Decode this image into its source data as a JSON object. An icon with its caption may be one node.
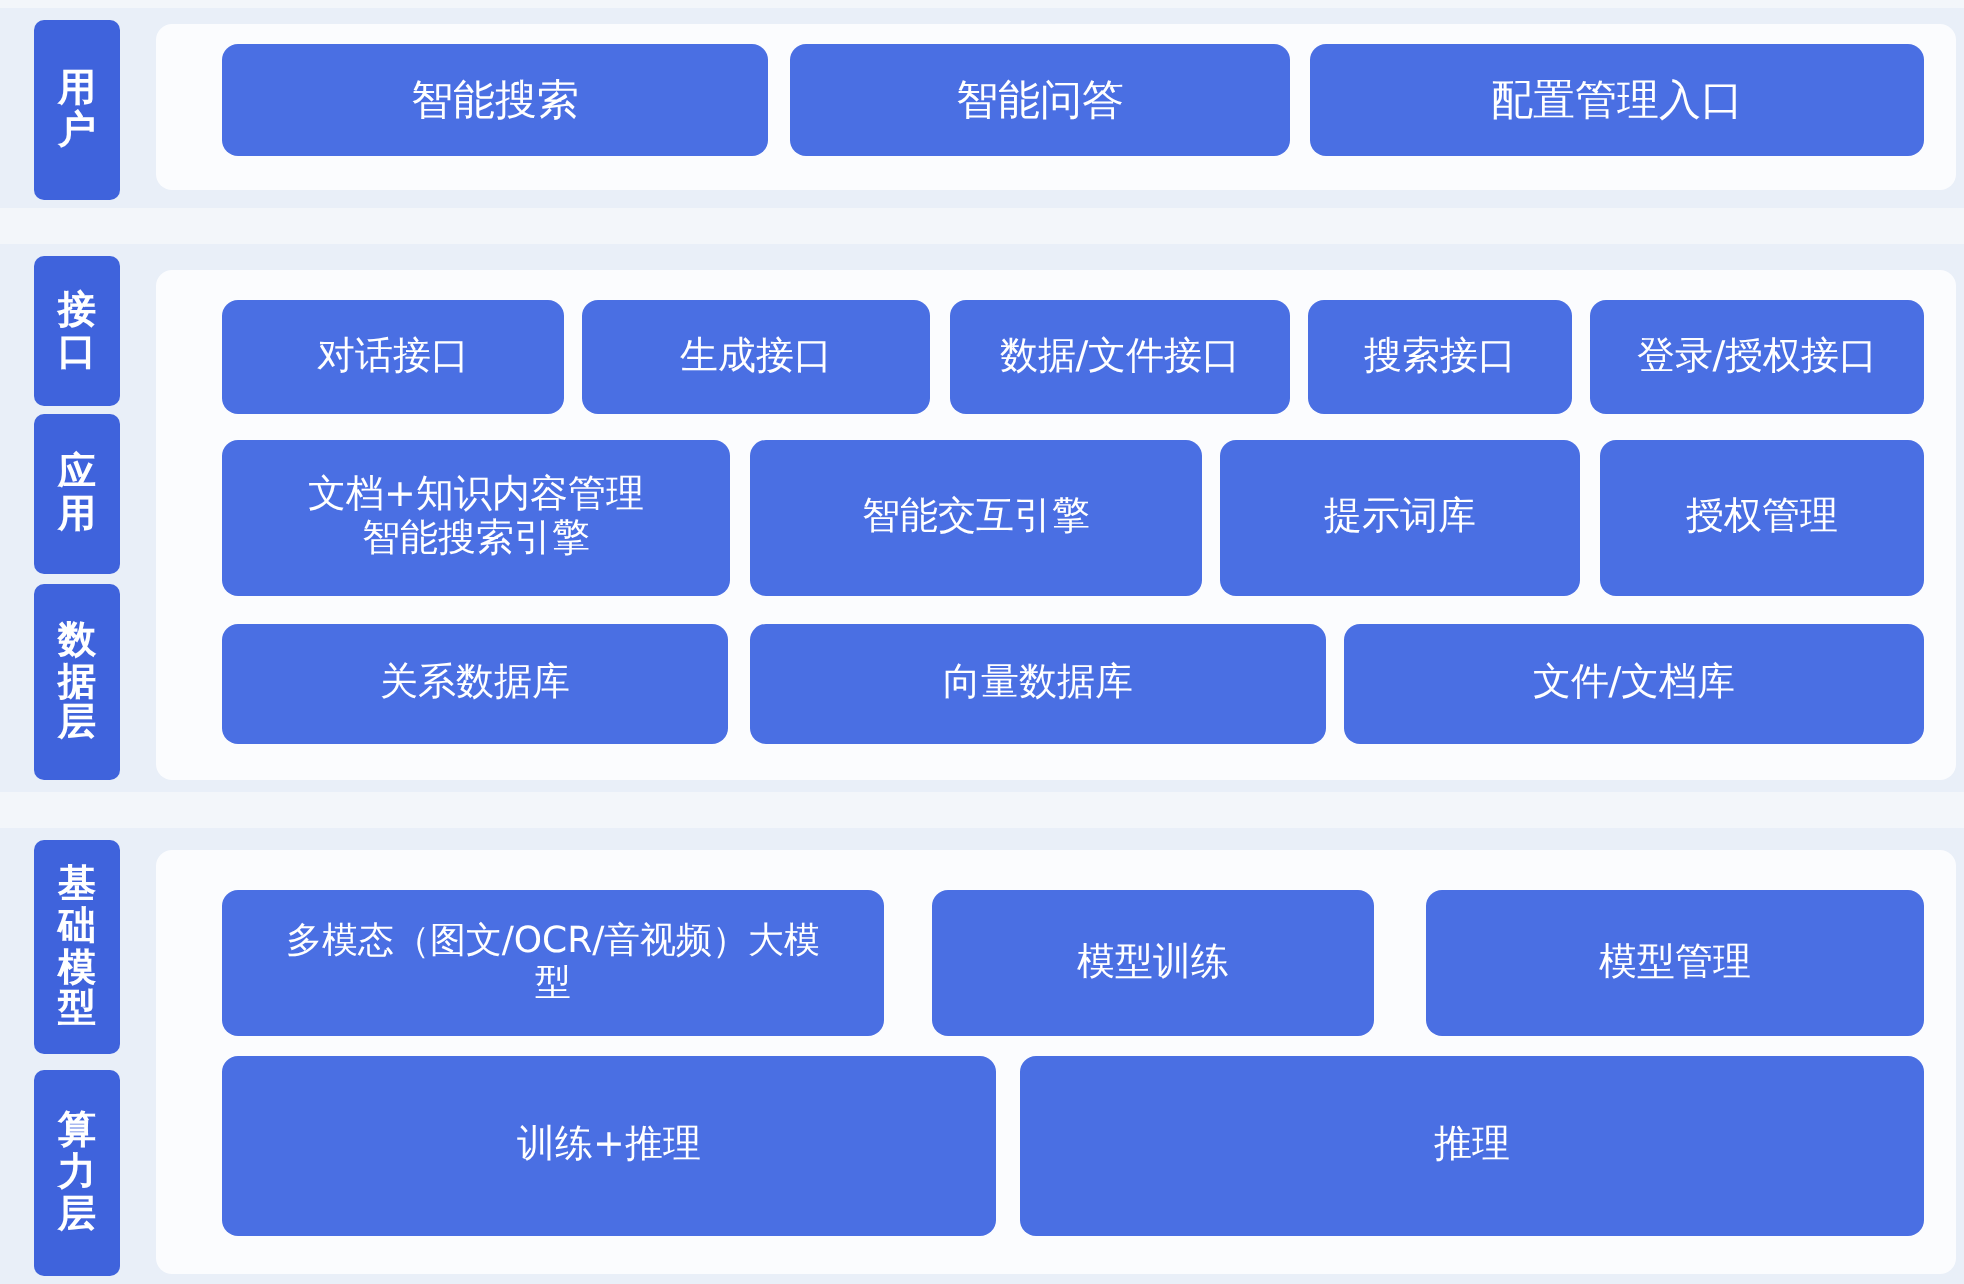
{
  "diagram": {
    "nodes": [
      {
        "text": [
          "用户"
        ]
      },
      {
        "text": [
          "智能搜索"
        ]
      },
      {
        "text": [
          "智能问答"
        ]
      },
      {
        "text": [
          "配置管理入口"
        ]
      },
      {
        "text": [
          "接口"
        ]
      },
      {
        "text": [
          "对话接口"
        ]
      },
      {
        "text": [
          "生成接口"
        ]
      },
      {
        "text": [
          "数据/文件接口"
        ]
      },
      {
        "text": [
          "搜索接口"
        ]
      },
      {
        "text": [
          "登录/授权接口"
        ]
      },
      {
        "text": [
          "应用"
        ]
      },
      {
        "text": [
          "文档+知识内容管理智能搜索引擎"
        ]
      },
      {
        "text": [
          "智能交互引擎"
        ]
      },
      {
        "text": [
          "提示词库"
        ]
      },
      {
        "text": [
          "授权管理"
        ]
      },
      {
        "text": [
          "数据层"
        ]
      },
      {
        "text": [
          "关系数据库"
        ]
      },
      {
        "text": [
          "向量数据库"
        ]
      },
      {
        "text": [
          "文件/文档库"
        ]
      },
      {
        "text": [
          "基础模型"
        ]
      },
      {
        "text": [
          "多模态（图文/OCR/音视频）大模型"
        ]
      },
      {
        "text": [
          "模型训练"
        ]
      },
      {
        "text": [
          "模型管理"
        ]
      },
      {
        "text": [
          "算力层"
        ]
      },
      {
        "text": [
          "训练+推理"
        ]
      },
      {
        "text": [
          "推理"
        ]
      }
    ]
  }
}
